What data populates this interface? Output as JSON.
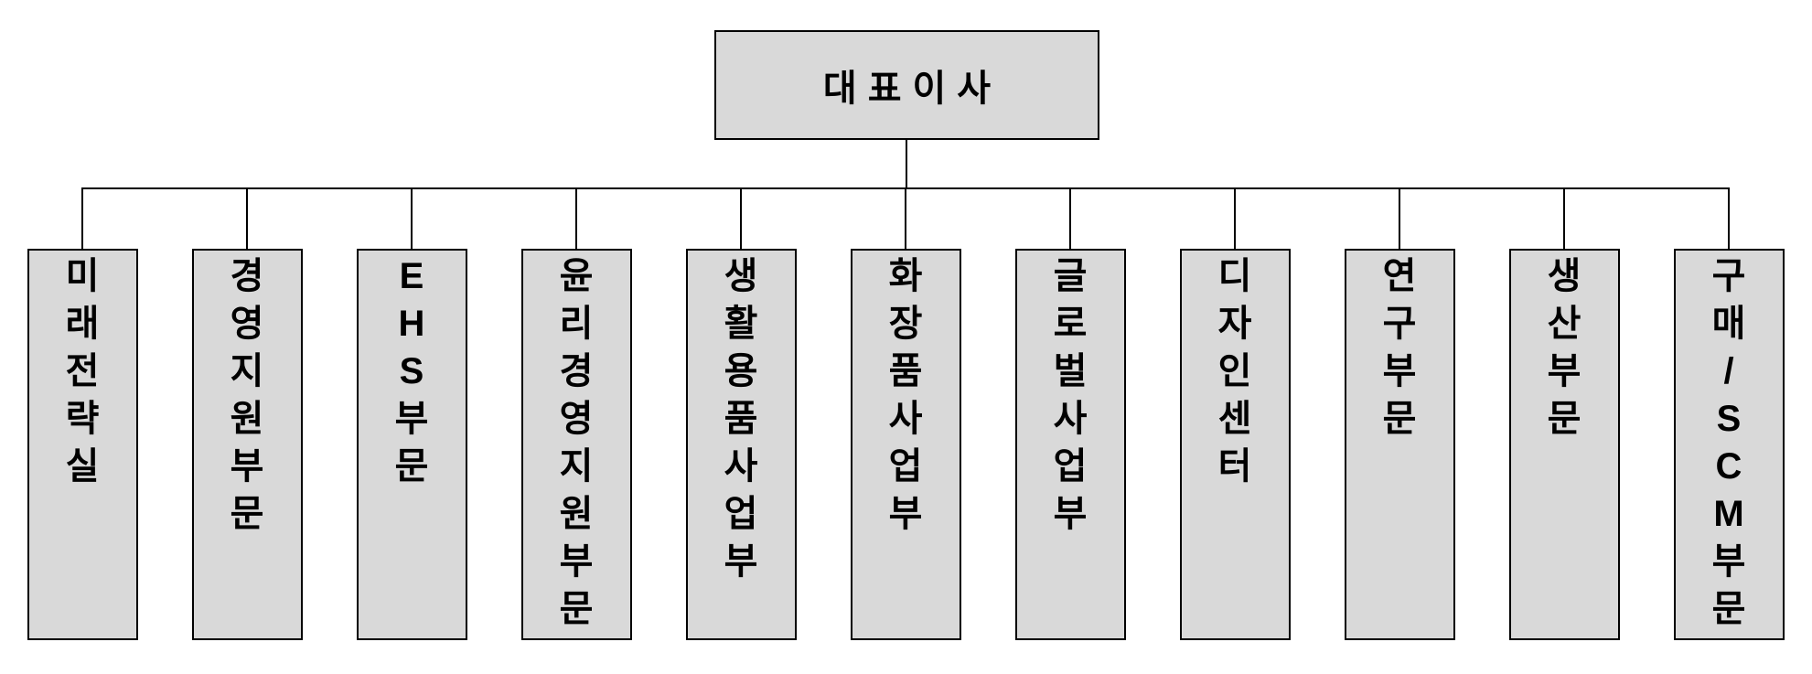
{
  "root": {
    "label": "대표이사"
  },
  "children": [
    {
      "label": "미래전략실"
    },
    {
      "label": "경영지원부문"
    },
    {
      "label": "EHS부문"
    },
    {
      "label": "윤리경영지원부문"
    },
    {
      "label": "생활용품사업부"
    },
    {
      "label": "화장품사업부"
    },
    {
      "label": "글로벌사업부"
    },
    {
      "label": "디자인센터"
    },
    {
      "label": "연구부문"
    },
    {
      "label": "생산부문"
    },
    {
      "label": "구매/SCM부문"
    }
  ],
  "colors": {
    "box_fill": "#d9d9d9",
    "box_border": "#000000",
    "connector": "#000000"
  }
}
